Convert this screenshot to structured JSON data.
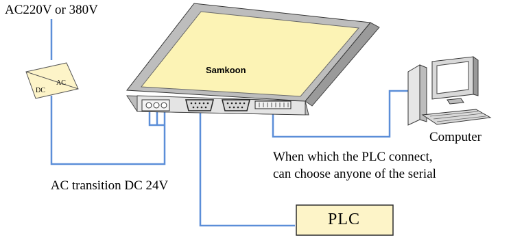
{
  "labels": {
    "power_source": "AC220V or 380V",
    "converter": "AC transition DC 24V",
    "converter_ac": "AC",
    "converter_dc": "DC",
    "brand": "Samkoon",
    "computer": "Computer",
    "plc": "PLC",
    "plc_note": "When which the PLC connect, can choose anyone of the serial"
  },
  "colors": {
    "wire": "#5b8ed8",
    "screen": "#fcf3b5",
    "frame": "#bdbdbd",
    "body": "#e4e4e4",
    "plc_fill": "#fdf4c8",
    "plc_border": "#2b2b2b"
  }
}
